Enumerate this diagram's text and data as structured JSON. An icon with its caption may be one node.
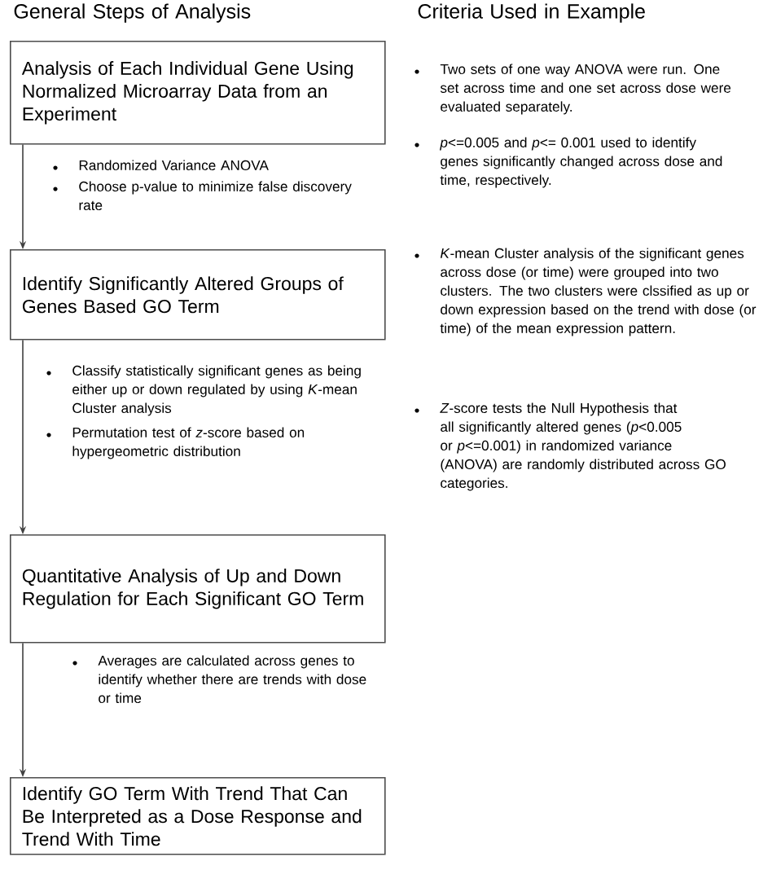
{
  "diagram": {
    "nodes": [
      {
        "text": [
          "Analysis of Each Individual Gene Using Normalized Microarray Data from an Experiment"
        ]
      },
      {
        "text": [
          "Identify Significantly Altered Groups of Genes Based GO Term"
        ]
      },
      {
        "text": [
          "Quantitative Analysis of Up and Down Regulation for Each Significant GO Term"
        ]
      },
      {
        "text": [
          "Identify GO Term With Trend That Can Be Interpreted as a Dose Response and Trend With Time"
        ]
      }
    ],
    "edges": [
      {
        "from": 0,
        "to": 1,
        "arrow": "to"
      },
      {
        "from": 1,
        "to": 2,
        "arrow": "to"
      },
      {
        "from": 2,
        "to": 3,
        "arrow": "to"
      }
    ],
    "labels": [
      "General Steps of Analysis",
      "Criteria Used in Example",
      "Randomized Variance ANOVA",
      "Choose p-value to minimize false discovery rate",
      "Classify statistically significant genes as being either up or down regulated by using *K*-mean Cluster analysis",
      "Permutation test of *z*-score based on hypergeometric distribution",
      "Averages are calculated across genes to identify whether there are trends with dose or time",
      "Two sets of one way ANOVA were run. One set across time and one set across dose were evaluated separately.",
      "*p*<=0.005 and *p*<= 0.001 used to identify genes significantly changed across dose and time, respectively.",
      "*K*-mean Cluster analysis of the significant genes across dose (or time) were grouped into two clusters. The two clusters were clssified as up or down expression based on the trend with dose (or time) of the mean expression pattern.",
      "*Z*-score tests the Null Hypothesis that all significantly altered genes (*p*<0.005 or *p*<=0.001) in randomized variance (ANOVA) are randomly distributed across GO categories."
    ]
  }
}
